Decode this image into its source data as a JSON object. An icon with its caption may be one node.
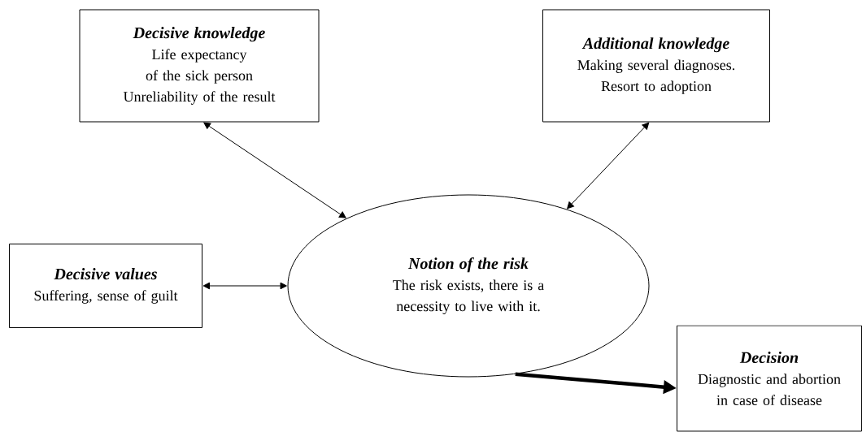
{
  "diagram": {
    "nodes": [
      {
        "text": [
          "Decisive knowledge",
          "Life expectancy of the sick person",
          "Unreliability of the result"
        ]
      },
      {
        "text": [
          "Additional knowledge",
          "Making several diagnoses.",
          "Resort to adoption"
        ]
      },
      {
        "text": [
          "Decisive values",
          "Suffering, sense of guilt"
        ]
      },
      {
        "text": [
          "Notion of the risk",
          "The risk exists, there is a necessity to live with it."
        ]
      },
      {
        "text": [
          "Decision",
          "Diagnostic and abortion in case of disease"
        ]
      }
    ],
    "edges": [
      {
        "from": 0,
        "to": 3,
        "arrow": "both"
      },
      {
        "from": 1,
        "to": 3,
        "arrow": "both"
      },
      {
        "from": 2,
        "to": 3,
        "arrow": "both"
      },
      {
        "from": 3,
        "to": 4,
        "arrow": "to",
        "style": "thick"
      }
    ]
  }
}
